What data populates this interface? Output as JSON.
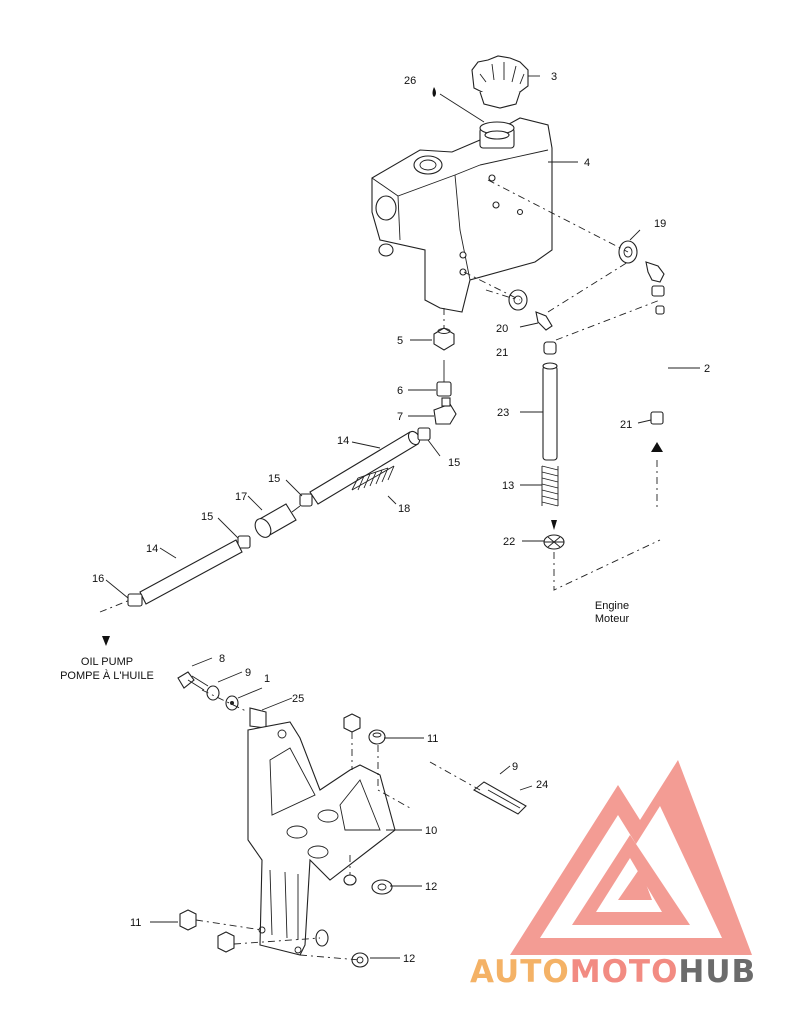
{
  "callouts": [
    {
      "id": "c1",
      "text": "1"
    },
    {
      "id": "c2",
      "text": "2"
    },
    {
      "id": "c3",
      "text": "3"
    },
    {
      "id": "c4",
      "text": "4"
    },
    {
      "id": "c5",
      "text": "5"
    },
    {
      "id": "c6",
      "text": "6"
    },
    {
      "id": "c7",
      "text": "7"
    },
    {
      "id": "c8",
      "text": "8"
    },
    {
      "id": "c9a",
      "text": "9"
    },
    {
      "id": "c9b",
      "text": "9"
    },
    {
      "id": "c10",
      "text": "10"
    },
    {
      "id": "c11a",
      "text": "11"
    },
    {
      "id": "c11b",
      "text": "11"
    },
    {
      "id": "c12a",
      "text": "12"
    },
    {
      "id": "c12b",
      "text": "12"
    },
    {
      "id": "c13",
      "text": "13"
    },
    {
      "id": "c14a",
      "text": "14"
    },
    {
      "id": "c14b",
      "text": "14"
    },
    {
      "id": "c15a",
      "text": "15"
    },
    {
      "id": "c15b",
      "text": "15"
    },
    {
      "id": "c15c",
      "text": "15"
    },
    {
      "id": "c16",
      "text": "16"
    },
    {
      "id": "c17",
      "text": "17"
    },
    {
      "id": "c18",
      "text": "18"
    },
    {
      "id": "c19",
      "text": "19"
    },
    {
      "id": "c20",
      "text": "20"
    },
    {
      "id": "c21a",
      "text": "21"
    },
    {
      "id": "c21b",
      "text": "21"
    },
    {
      "id": "c22",
      "text": "22"
    },
    {
      "id": "c23",
      "text": "23"
    },
    {
      "id": "c24",
      "text": "24"
    },
    {
      "id": "c25",
      "text": "25"
    },
    {
      "id": "c26",
      "text": "26"
    }
  ],
  "captions": {
    "engine_en": "Engine",
    "engine_fr": "Moteur",
    "oil_pump_en": "OIL PUMP",
    "oil_pump_fr": "POMPE À L'HUILE"
  },
  "watermark": {
    "part1": "AUTO",
    "part2": "MOTO",
    "part3": "HUB",
    "color_accent": "#f28b82",
    "color_mid": "#f4b266",
    "color_dark": "#6b6b6b"
  }
}
